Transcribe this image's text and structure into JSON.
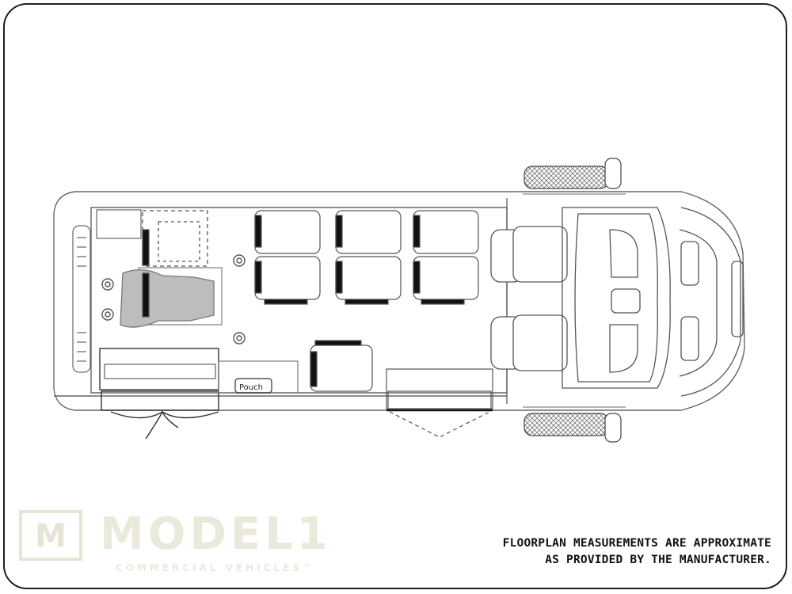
{
  "logo": {
    "mark": "M",
    "wordmark": "MODEL1",
    "subtitle": "COMMERCIAL VEHICLES™"
  },
  "floorplan": {
    "pouch_label": "Pouch"
  },
  "disclaimer": {
    "line1": "FLOORPLAN MEASUREMENTS ARE APPROXIMATE",
    "line2": "AS PROVIDED BY THE MANUFACTURER."
  },
  "colors": {
    "line": "#555555",
    "seat_bar": "#111111",
    "logo": "#e8e6d6"
  }
}
